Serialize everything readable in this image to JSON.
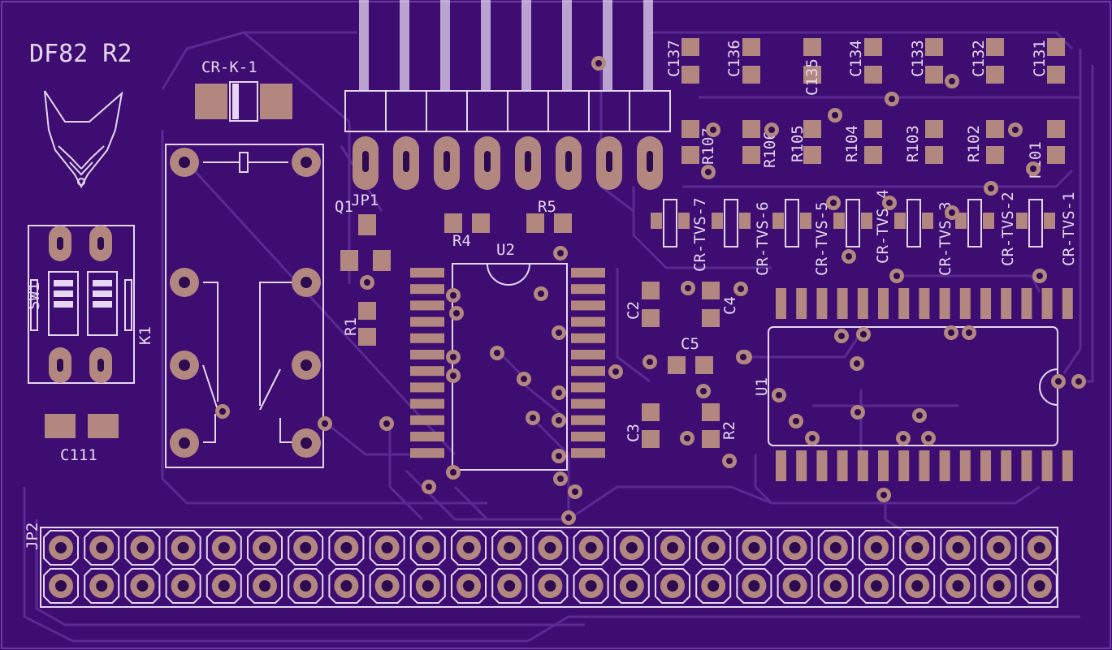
{
  "colors": {
    "board": "#3d0d72",
    "trace": "#5a2a92",
    "silk": "#e6d6f2",
    "pad": "#b2877f",
    "hole": "#2e0b50"
  },
  "board": {
    "title": "DF82 R2",
    "logo": "fox-head-logo"
  },
  "labels": {
    "crk1": "CR-K-1",
    "jp1": "JP1",
    "q1": "Q1",
    "r1": "R1",
    "r4": "R4",
    "r5": "R5",
    "u2": "U2",
    "sw1": "SW1",
    "k1": "K1",
    "c111": "C111",
    "jp2": "JP2",
    "c2": "C2",
    "c3": "C3",
    "c4": "C4",
    "c5": "C5",
    "r2": "R2",
    "u1": "U1",
    "c137": "C137",
    "c136": "C136",
    "c135": "C135",
    "c134": "C134",
    "c133": "C133",
    "c132": "C132",
    "c131": "C131",
    "r107": "R107",
    "r106": "R106",
    "r105": "R105",
    "r104": "R104",
    "r103": "R103",
    "r102": "R102",
    "r101": "R101",
    "tvs7": "CR-TVS-7",
    "tvs6": "CR-TVS-6",
    "tvs5": "CR-TVS-5",
    "tvs4": "CR-TVS-4",
    "tvs3": "CR-TVS-3",
    "tvs2": "CR-TVS-2",
    "tvs1": "CR-TVS-1"
  }
}
